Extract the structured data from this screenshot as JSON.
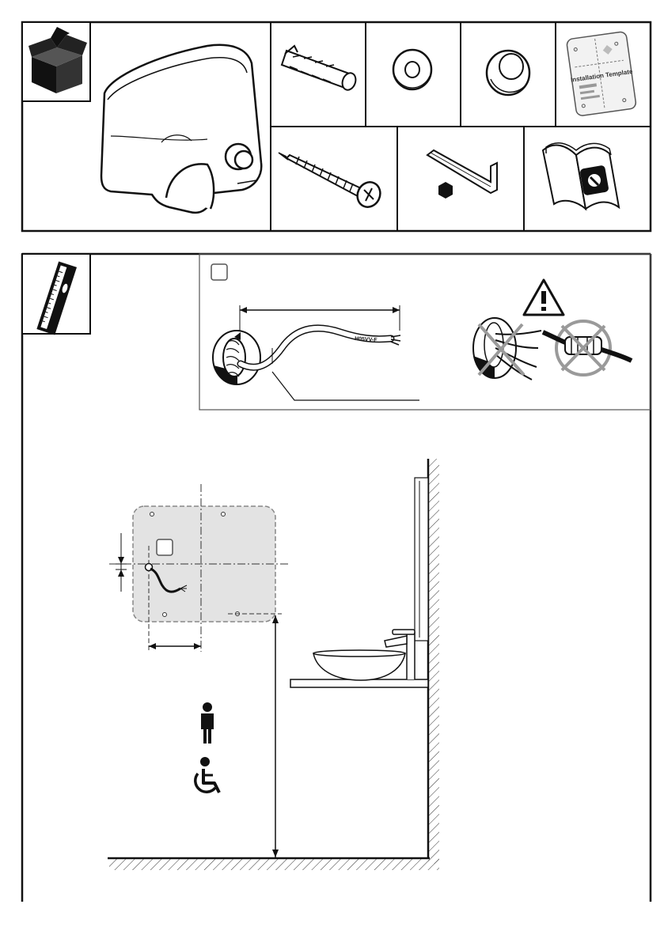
{
  "parts_section": {
    "items": [
      {
        "icon": "hand-dryer-unit"
      },
      {
        "icon": "wall-plug-anchor"
      },
      {
        "icon": "flat-washer"
      },
      {
        "icon": "rubber-spacer"
      },
      {
        "icon": "installation-template"
      },
      {
        "icon": "mounting-screw"
      },
      {
        "icon": "hex-allen-key"
      },
      {
        "icon": "instruction-manual"
      }
    ],
    "template_title": "Installation Template",
    "package_icon": "open-box-icon"
  },
  "install_section": {
    "level_icon": "spirit-level-icon",
    "cable_panel": {
      "cable_print": "H05VV-F",
      "warning_icon": "warning-triangle-icon",
      "prohibited": [
        "no-bare-wires",
        "no-inline-connector"
      ]
    },
    "symbols": [
      "standing-person-icon",
      "wheelchair-user-icon"
    ]
  },
  "colors": {
    "line": "#222222",
    "template_fill": "#e3e3e3",
    "background": "#ffffff",
    "cross": "#9a9a9a"
  }
}
